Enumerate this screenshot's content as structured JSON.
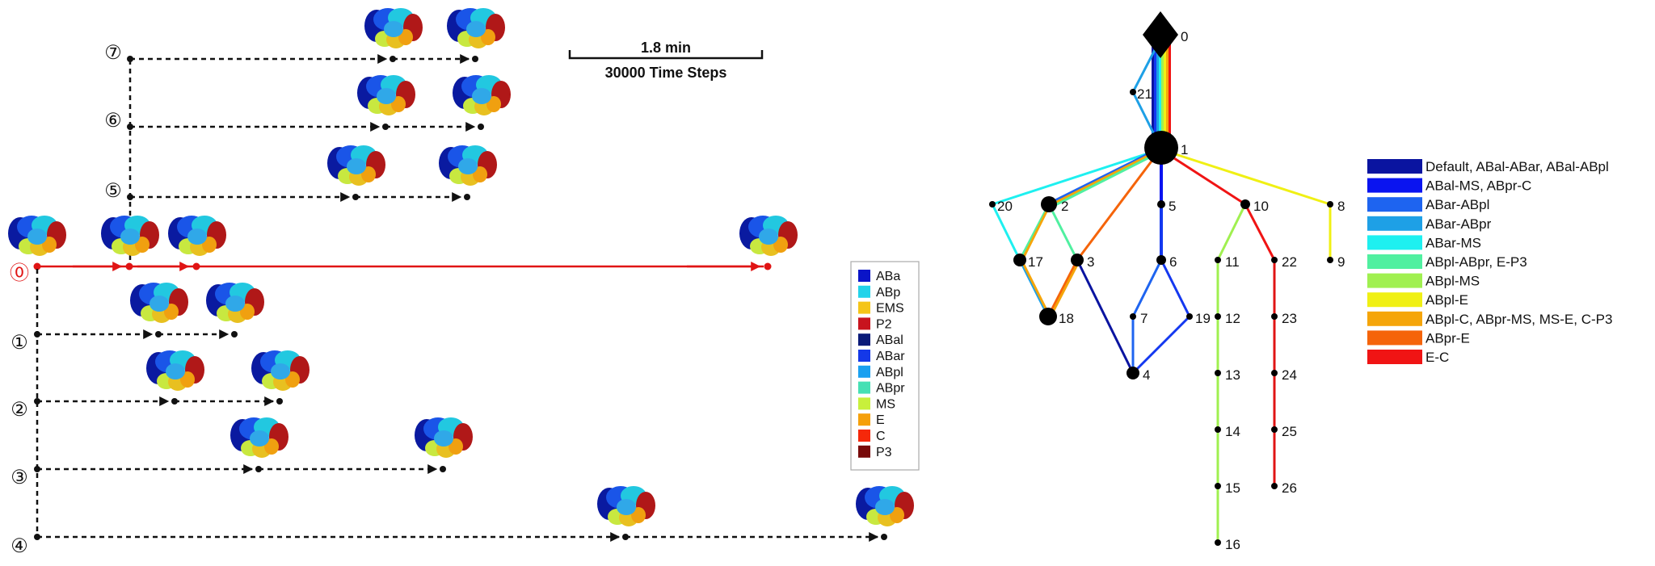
{
  "timeline": {
    "scale_bar": {
      "top_label": "1.8 min",
      "bottom_label": "30000 Time Steps"
    },
    "main_label": "⓪",
    "branch_labels": [
      "①",
      "②",
      "③",
      "④",
      "⑤",
      "⑥",
      "⑦"
    ]
  },
  "cell_legend": {
    "items": [
      {
        "label": "ABa",
        "color": "#0a14c8"
      },
      {
        "label": "ABp",
        "color": "#22d3ea"
      },
      {
        "label": "EMS",
        "color": "#f5c518"
      },
      {
        "label": "P2",
        "color": "#c8141e"
      },
      {
        "label": "ABal",
        "color": "#0a1a78"
      },
      {
        "label": "ABar",
        "color": "#1438e8"
      },
      {
        "label": "ABpl",
        "color": "#1aa0f0"
      },
      {
        "label": "ABpr",
        "color": "#46e0b4"
      },
      {
        "label": "MS",
        "color": "#c8f03c"
      },
      {
        "label": "E",
        "color": "#f5a00a"
      },
      {
        "label": "C",
        "color": "#f5280a"
      },
      {
        "label": "P3",
        "color": "#780a0a"
      }
    ]
  },
  "tree": {
    "node_labels": [
      "0",
      "1",
      "2",
      "3",
      "4",
      "5",
      "6",
      "7",
      "8",
      "9",
      "10",
      "11",
      "12",
      "13",
      "14",
      "15",
      "16",
      "17",
      "18",
      "19",
      "20",
      "21",
      "22",
      "23",
      "24",
      "25",
      "26"
    ]
  },
  "contact_legend": {
    "items": [
      {
        "label": "Default, ABal-ABar, ABal-ABpl",
        "color": "#0a14a0"
      },
      {
        "label": "ABal-MS, ABpr-C",
        "color": "#0a14f0"
      },
      {
        "label": "ABar-ABpl",
        "color": "#1e64f0"
      },
      {
        "label": "ABar-ABpr",
        "color": "#1ea0e6"
      },
      {
        "label": "ABar-MS",
        "color": "#1ef0f0"
      },
      {
        "label": "ABpl-ABpr, E-P3",
        "color": "#50f0a0"
      },
      {
        "label": "ABpl-MS",
        "color": "#a0f050"
      },
      {
        "label": "ABpl-E",
        "color": "#f0f014"
      },
      {
        "label": "ABpl-C, ABpr-MS, MS-E, C-P3",
        "color": "#f5a50a"
      },
      {
        "label": "ABpr-E",
        "color": "#f5640a"
      },
      {
        "label": "E-C",
        "color": "#f01414"
      }
    ]
  }
}
